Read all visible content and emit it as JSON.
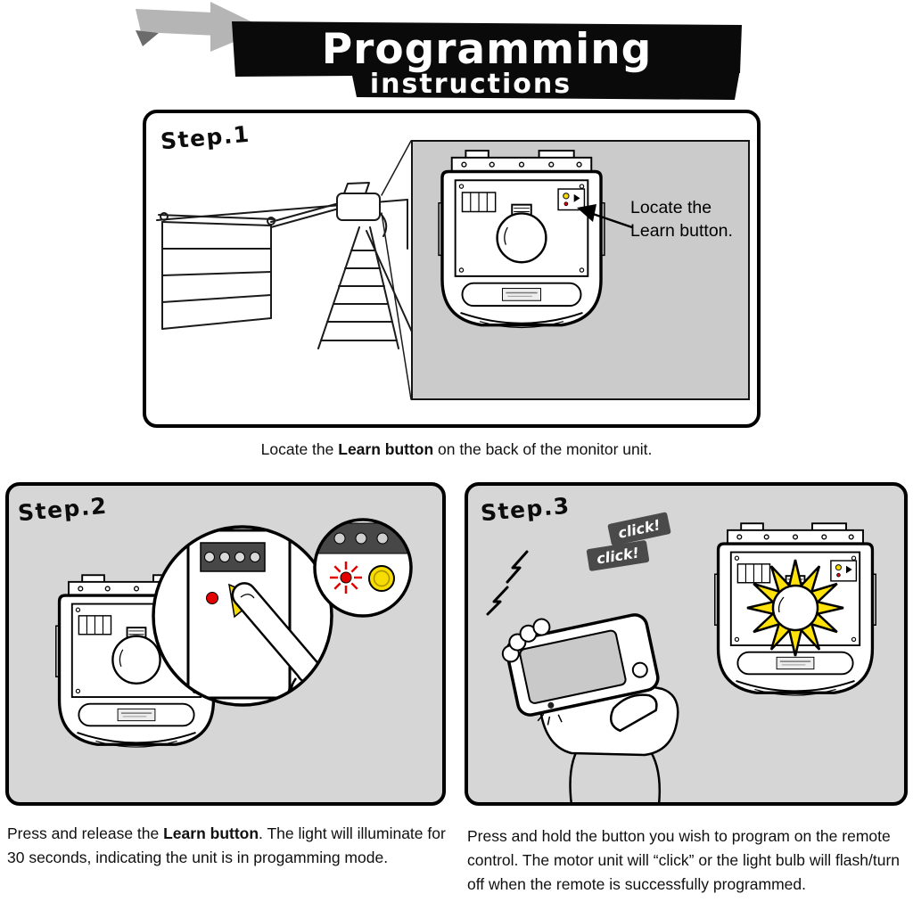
{
  "header": {
    "title": "Programming",
    "subtitle": "instructions"
  },
  "steps": {
    "step1": {
      "label": "Step.1",
      "callout_line1": "Locate the",
      "callout_line2": "Learn button.",
      "caption": {
        "pre": "Locate the ",
        "bold": "Learn button",
        "post": " on the back of the monitor unit."
      }
    },
    "step2": {
      "label": "Step.2",
      "caption": {
        "pre": "Press and release the ",
        "bold": "Learn button",
        "post": ". The light will illuminate for 30 seconds, indicating the unit is in progamming mode."
      }
    },
    "step3": {
      "label": "Step.3",
      "click_badges": [
        "click!",
        "click!"
      ],
      "caption": "Press and hold the button you wish to program on the remote control. The motor unit will “click” or the light bulb will flash/turn off when the remote is successfully programmed."
    }
  },
  "colors": {
    "banner_black": "#0a0a0a",
    "ribbon_gray": "#b5b5b5",
    "panel_gray": "#d6d6d6",
    "inset_gray": "#cbcbcb",
    "button_yellow": "#f6dc00",
    "flash_yellow": "#ffe20a",
    "led_red": "#e30000",
    "badge_gray": "#4a4a4a"
  }
}
